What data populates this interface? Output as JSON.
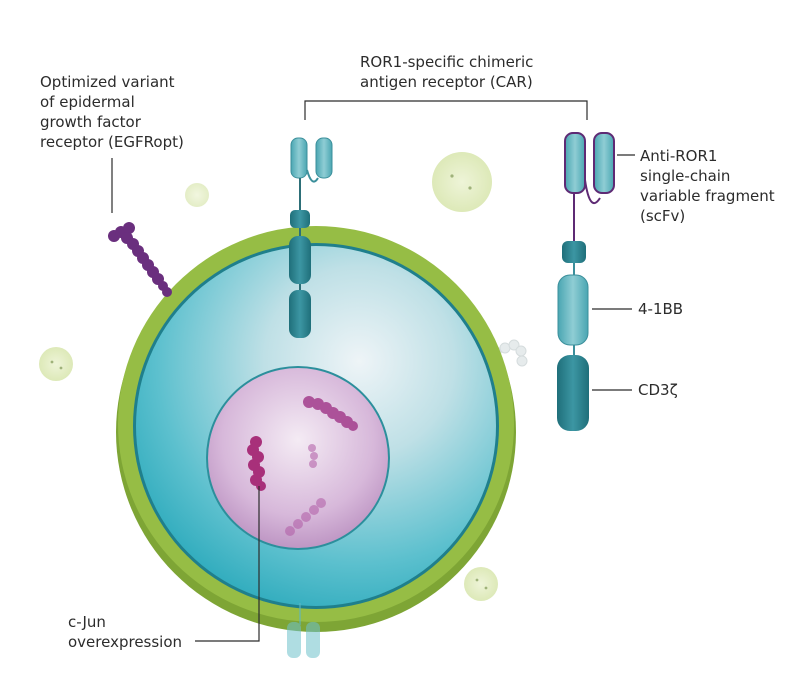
{
  "labels": {
    "car_title": "ROR1-specific chimeric\nantigen receptor (CAR)",
    "egfropt": "Optimized variant\nof epidermal\ngrowth factor\nreceptor (EGFRopt)",
    "scfv": "Anti-ROR1\nsingle-chain\nvariable fragment\n(scFv)",
    "domain_41bb": "4-1BB",
    "domain_cd3z": "CD3ζ",
    "cjun": "c-Jun\noverexpression"
  },
  "colors": {
    "membrane_green": "#8cb33c",
    "cytoplasm_teal": "#3bb3c3",
    "nucleus_purple": "#b07ab8",
    "receptor_teal": "#3a8f9c",
    "egfr_purple": "#6a2f7e",
    "cjun_magenta": "#a8307a"
  }
}
